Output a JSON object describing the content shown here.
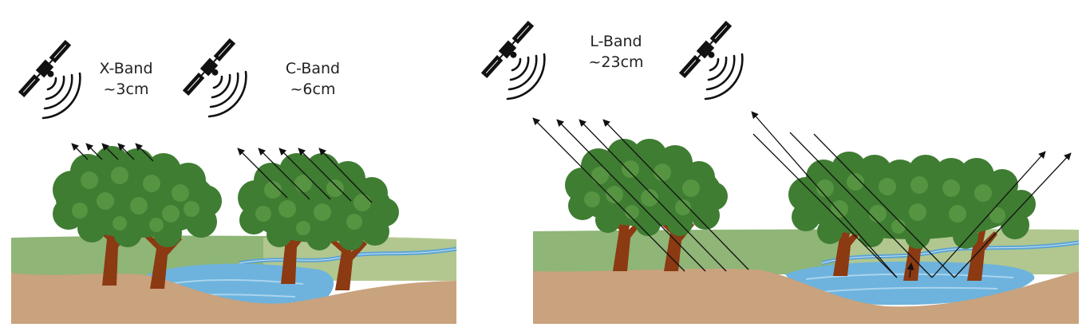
{
  "bands": [
    {
      "name": "X-Band",
      "wavelength": "~3cm"
    },
    {
      "name": "C-Band",
      "wavelength": "~6cm"
    },
    {
      "name": "L-Band",
      "wavelength": "~23cm"
    }
  ],
  "colors": {
    "sky": "#ffffff",
    "grassland": "#8fb577",
    "grassland_light": "#bfcf9a",
    "soil": "#c9a27e",
    "soil_dark": "#b48a66",
    "water": "#6db3dd",
    "water_light": "#a9d4ee",
    "trunk": "#8b3a12",
    "foliage": "#3f7d32",
    "foliage_light": "#5c9a46",
    "satellite": "#111111",
    "arrow": "#111111"
  },
  "icons": [
    "satellite-icon",
    "signal-wave-icon",
    "tree-icon",
    "arrow-icon"
  ]
}
